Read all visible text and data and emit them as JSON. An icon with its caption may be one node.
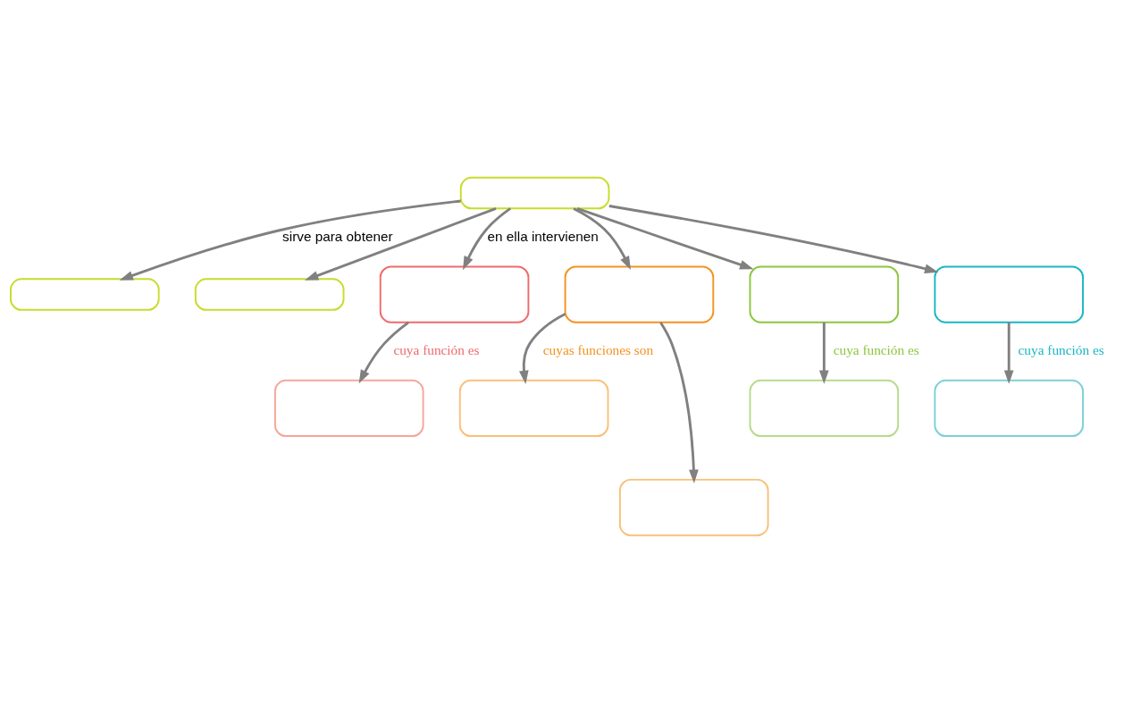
{
  "diagram": {
    "nodes": [
      {
        "text": [],
        "shape": "box"
      },
      {
        "text": [],
        "shape": "box"
      },
      {
        "text": [],
        "shape": "box"
      },
      {
        "text": [],
        "shape": "box"
      },
      {
        "text": [],
        "shape": "box"
      },
      {
        "text": [],
        "shape": "box"
      },
      {
        "text": [],
        "shape": "box"
      },
      {
        "text": [],
        "shape": "box"
      },
      {
        "text": [],
        "shape": "box"
      },
      {
        "text": [],
        "shape": "box"
      },
      {
        "text": [],
        "shape": "box"
      },
      {
        "text": [],
        "shape": "box"
      }
    ],
    "edges": [
      {
        "from": 0,
        "to": 1,
        "arrow": "to",
        "label": "sirve para obtener"
      },
      {
        "from": 0,
        "to": 2,
        "arrow": "to"
      },
      {
        "from": 0,
        "to": 3,
        "arrow": "to",
        "label": "en ella intervienen"
      },
      {
        "from": 0,
        "to": 4,
        "arrow": "to"
      },
      {
        "from": 0,
        "to": 5,
        "arrow": "to"
      },
      {
        "from": 0,
        "to": 6,
        "arrow": "to"
      },
      {
        "from": 3,
        "to": 7,
        "arrow": "to",
        "label": "cuya función es"
      },
      {
        "from": 4,
        "to": 8,
        "arrow": "to",
        "label": "cuyas funciones son"
      },
      {
        "from": 4,
        "to": 9,
        "arrow": "to"
      },
      {
        "from": 5,
        "to": 10,
        "arrow": "to",
        "label": "cuya función es"
      },
      {
        "from": 6,
        "to": 11,
        "arrow": "to",
        "label": "cuya función es"
      }
    ]
  }
}
